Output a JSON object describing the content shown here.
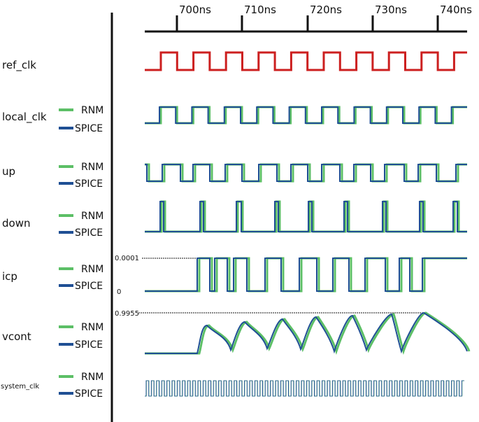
{
  "time_axis": {
    "ticks": [
      "700ns",
      "710ns",
      "720ns",
      "730ns",
      "740ns"
    ]
  },
  "legend": {
    "rnm": "RNM",
    "spice": "SPICE"
  },
  "colors": {
    "ref_clk": "#cc1f1f",
    "rnm": "#5cbf66",
    "spice": "#1f4f94",
    "axis": "#111111"
  },
  "signals": [
    {
      "id": "ref_clk",
      "label": "ref_clk",
      "legend": false
    },
    {
      "id": "local_clk",
      "label": "local_clk",
      "legend": true
    },
    {
      "id": "up",
      "label": "up",
      "legend": true
    },
    {
      "id": "down",
      "label": "down",
      "legend": true
    },
    {
      "id": "icp",
      "label": "icp",
      "legend": true,
      "top_value": "0.0001",
      "bottom_value": "0"
    },
    {
      "id": "vcont",
      "label": "vcont",
      "legend": true,
      "top_value": "0.9955"
    },
    {
      "id": "system_clk",
      "label": "system_clk",
      "legend": true
    }
  ]
}
